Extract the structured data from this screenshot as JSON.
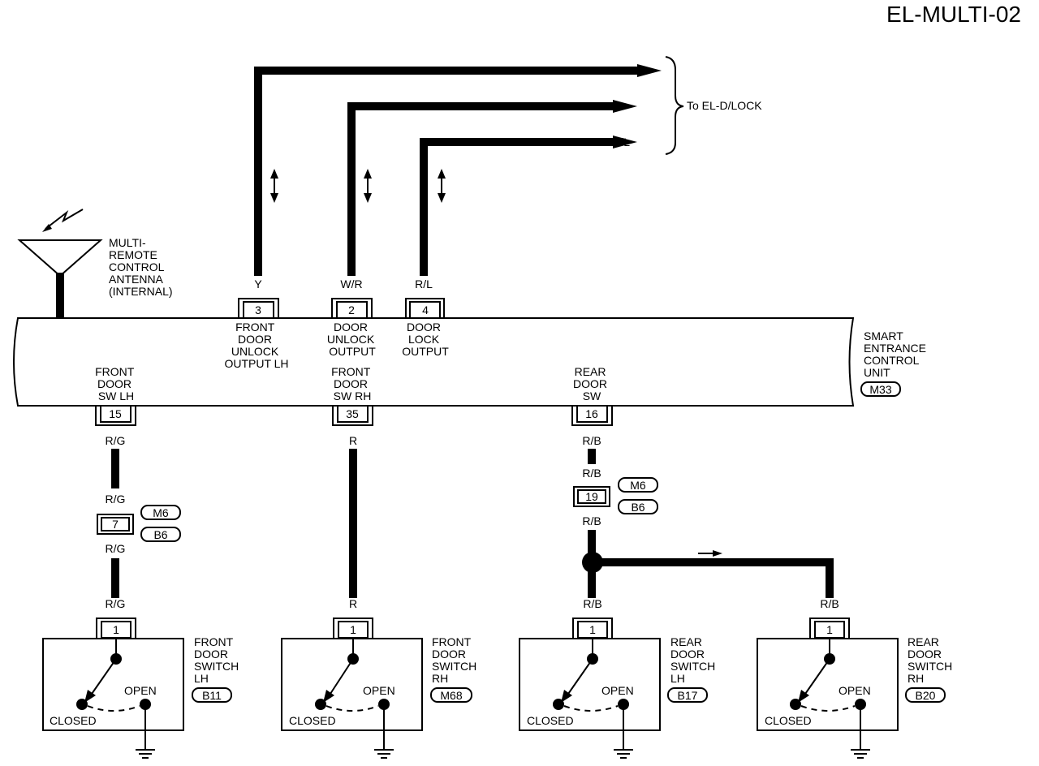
{
  "title": "EL-MULTI-02",
  "to_label": "To EL-D/LOCK",
  "antenna": {
    "lines": [
      "MULTI-",
      "REMOTE",
      "CONTROL",
      "ANTENNA",
      "(INTERNAL)"
    ]
  },
  "unit": {
    "lines": [
      "SMART",
      "ENTRANCE",
      "CONTROL",
      "UNIT"
    ],
    "tag": "M33"
  },
  "outputs": [
    {
      "color": "Y",
      "pin": "3",
      "lines": [
        "FRONT",
        "DOOR",
        "UNLOCK",
        "OUTPUT LH"
      ]
    },
    {
      "color": "W/R",
      "pin": "2",
      "lines": [
        "DOOR",
        "UNLOCK",
        "OUTPUT"
      ]
    },
    {
      "color": "R/L",
      "pin": "4",
      "lines": [
        "DOOR",
        "LOCK",
        "OUTPUT"
      ]
    }
  ],
  "inputs": [
    {
      "pin": "15",
      "lines": [
        "FRONT",
        "DOOR",
        "SW LH"
      ]
    },
    {
      "pin": "35",
      "lines": [
        "FRONT",
        "DOOR",
        "SW RH"
      ]
    },
    {
      "pin": "16",
      "lines": [
        "REAR",
        "DOOR",
        "SW"
      ]
    }
  ],
  "harness": [
    {
      "pin": "7",
      "tags": [
        "M6",
        "B6"
      ],
      "wire_above": "R/G",
      "wire_below": "R/G"
    },
    {
      "pin": "19",
      "tags": [
        "M6",
        "B6"
      ],
      "wire_above": "R/B",
      "wire_below": "R/B"
    }
  ],
  "wire_labels": {
    "lh_top": "R/G",
    "lh_bottom": "R/G",
    "rh_top": "R",
    "rh_bottom": "R",
    "rear_top": "R/B",
    "rear_lh_bottom": "R/B",
    "rear_rh_bottom": "R/B"
  },
  "switches": [
    {
      "pin": "1",
      "lines": [
        "FRONT",
        "DOOR",
        "SWITCH",
        "LH"
      ],
      "tag": "B11",
      "open": "OPEN",
      "closed": "CLOSED"
    },
    {
      "pin": "1",
      "lines": [
        "FRONT",
        "DOOR",
        "SWITCH",
        "RH"
      ],
      "tag": "M68",
      "open": "OPEN",
      "closed": "CLOSED"
    },
    {
      "pin": "1",
      "lines": [
        "REAR",
        "DOOR",
        "SWITCH",
        "LH"
      ],
      "tag": "B17",
      "open": "OPEN",
      "closed": "CLOSED"
    },
    {
      "pin": "1",
      "lines": [
        "REAR",
        "DOOR",
        "SWITCH",
        "RH"
      ],
      "tag": "B20",
      "open": "OPEN",
      "closed": "CLOSED"
    }
  ]
}
